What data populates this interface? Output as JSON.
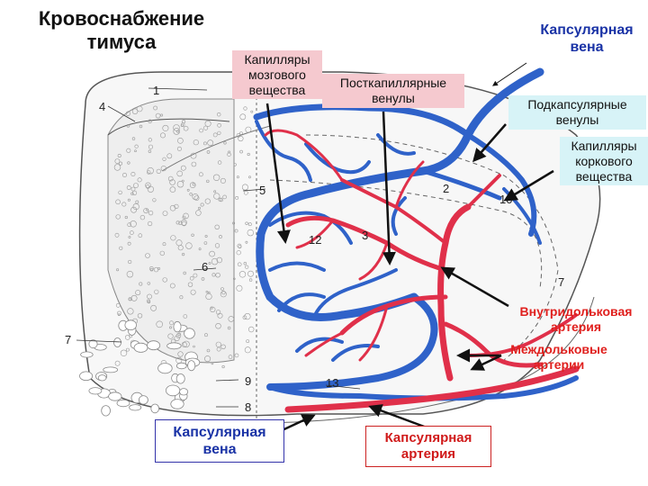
{
  "title": "Кровоснабжение тимуса",
  "labels": {
    "capsular_vein_top": "Капсулярная вена",
    "medulla_capillaries": "Капилляры мозгового вещества",
    "postcapillary_venules": "Посткапиллярные венулы",
    "subcapsular_venules": "Подкапсулярные венулы",
    "cortex_capillaries": "Капилляры коркового вещества",
    "intralobular_artery": "Внутридольковая артерия",
    "interlobular_arteries": "Междольковые артерии",
    "capsular_vein_bottom": "Капсулярная вена",
    "capsular_artery": "Капсулярная артерия"
  },
  "numbers": [
    "1",
    "2",
    "3",
    "4",
    "5",
    "6",
    "7",
    "7",
    "8",
    "9",
    "10",
    "12",
    "13"
  ],
  "colors": {
    "vein": "#2f62c9",
    "artery": "#e0304a",
    "label_pink": "#f5c9cf",
    "label_cyan": "#d7f3f7"
  }
}
